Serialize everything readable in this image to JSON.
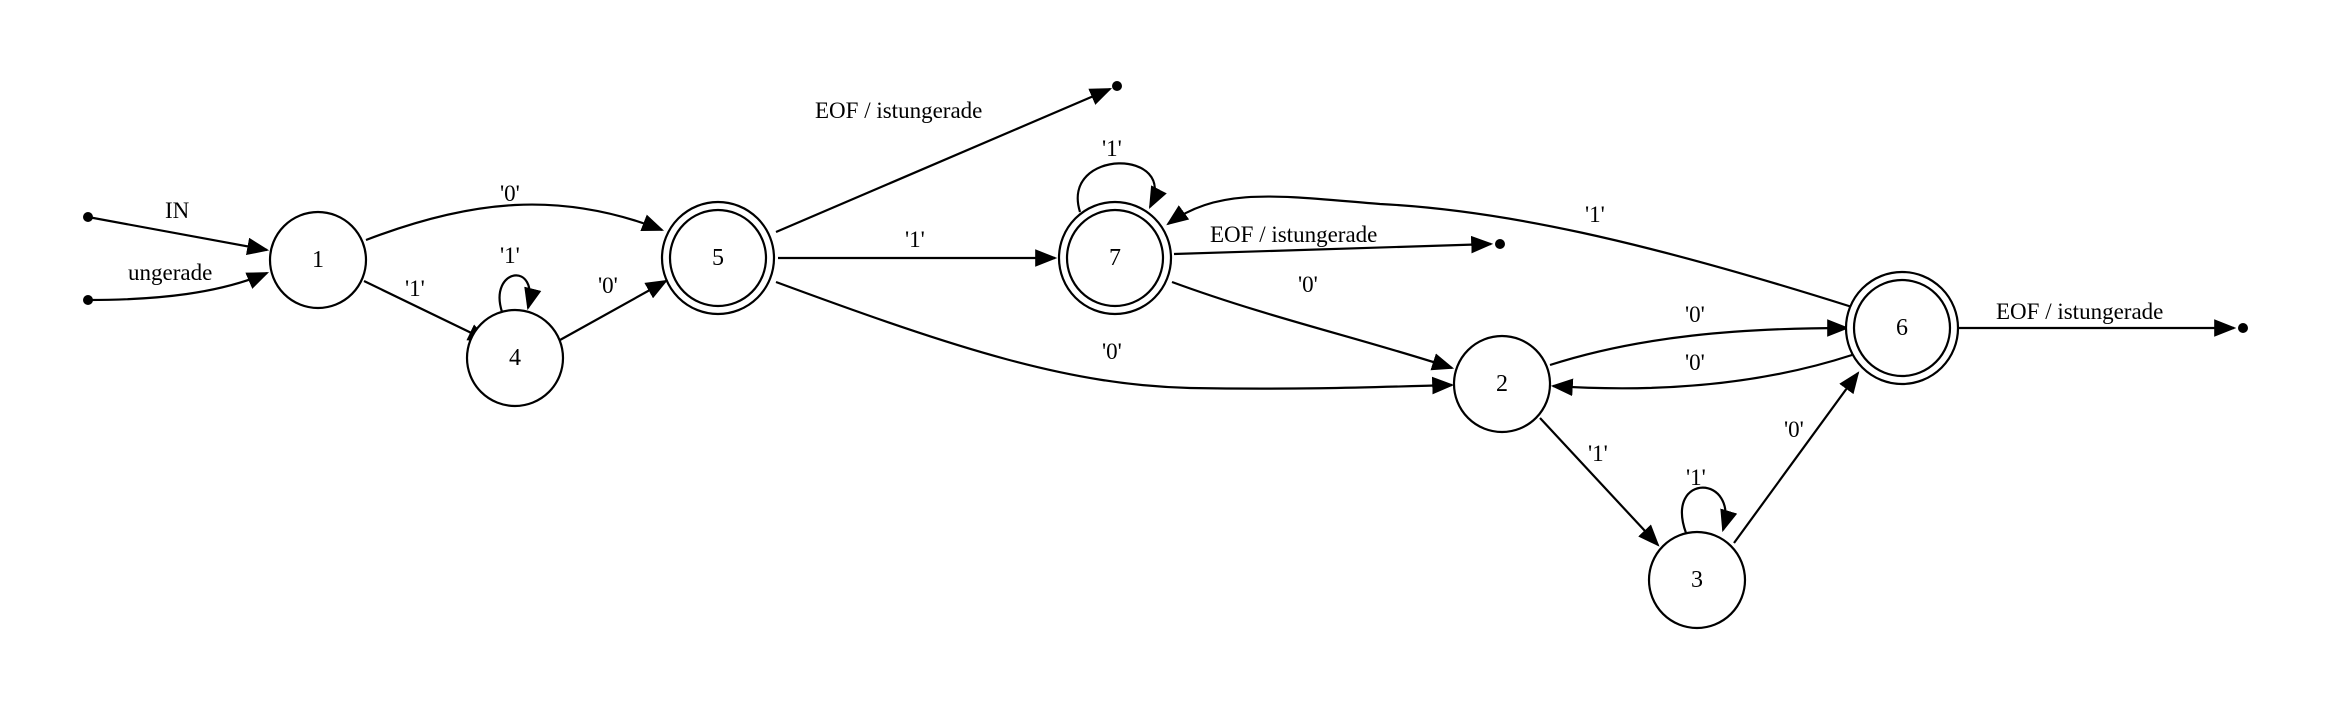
{
  "colors": {
    "stroke": "#000000",
    "background": "#ffffff"
  },
  "nodes": [
    {
      "id": "n1",
      "label": "1",
      "accepting": false
    },
    {
      "id": "n4",
      "label": "4",
      "accepting": false
    },
    {
      "id": "n5",
      "label": "5",
      "accepting": true
    },
    {
      "id": "n7",
      "label": "7",
      "accepting": true
    },
    {
      "id": "n2",
      "label": "2",
      "accepting": false
    },
    {
      "id": "n6",
      "label": "6",
      "accepting": true
    },
    {
      "id": "n3",
      "label": "3",
      "accepting": false
    }
  ],
  "edges": [
    {
      "id": "in",
      "from": "start-a",
      "to": "1",
      "label": "IN"
    },
    {
      "id": "ungerade",
      "from": "start-b",
      "to": "1",
      "label": "ungerade"
    },
    {
      "id": "e1-5",
      "from": "1",
      "to": "5",
      "label": "'0'"
    },
    {
      "id": "e1-4",
      "from": "1",
      "to": "4",
      "label": "'1'"
    },
    {
      "id": "e4-4",
      "from": "4",
      "to": "4",
      "label": "'1'"
    },
    {
      "id": "e4-5",
      "from": "4",
      "to": "5",
      "label": "'0'"
    },
    {
      "id": "e5-end",
      "from": "5",
      "to": "end",
      "label": "EOF / istungerade"
    },
    {
      "id": "e5-7",
      "from": "5",
      "to": "7",
      "label": "'1'"
    },
    {
      "id": "e5-2",
      "from": "5",
      "to": "2",
      "label": "'0'"
    },
    {
      "id": "e7-7",
      "from": "7",
      "to": "7",
      "label": "'1'"
    },
    {
      "id": "e7-end",
      "from": "7",
      "to": "end",
      "label": "EOF / istungerade"
    },
    {
      "id": "e7-2",
      "from": "7",
      "to": "2",
      "label": "'0'"
    },
    {
      "id": "e6-7",
      "from": "6",
      "to": "7",
      "label": "'1'"
    },
    {
      "id": "e2-6",
      "from": "2",
      "to": "6",
      "label": "'0'"
    },
    {
      "id": "e6-2",
      "from": "6",
      "to": "2",
      "label": "'0'"
    },
    {
      "id": "e6-end",
      "from": "6",
      "to": "end",
      "label": "EOF / istungerade"
    },
    {
      "id": "e2-3",
      "from": "2",
      "to": "3",
      "label": "'1'"
    },
    {
      "id": "e3-3",
      "from": "3",
      "to": "3",
      "label": "'1'"
    },
    {
      "id": "e3-6",
      "from": "3",
      "to": "6",
      "label": "'0'"
    }
  ]
}
